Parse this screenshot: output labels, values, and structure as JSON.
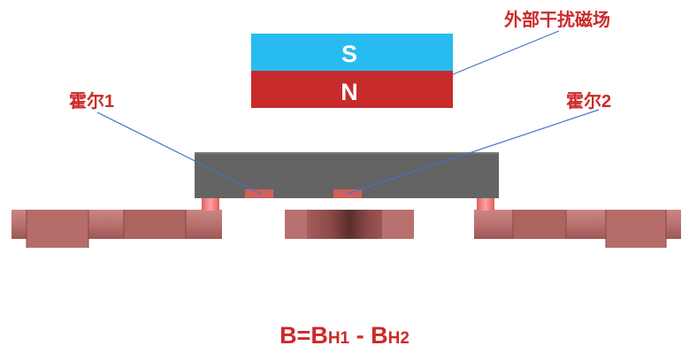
{
  "magnet": {
    "south_label": "S",
    "north_label": "N",
    "south_color": "#27bbf0",
    "north_color": "#c72b2b"
  },
  "labels": {
    "interference": "外部干扰磁场",
    "hall1": "霍尔1",
    "hall2": "霍尔2"
  },
  "formula": {
    "lhs": "B=B",
    "sub1": "H1",
    "mid": " - B",
    "sub2": "H2"
  },
  "colors": {
    "label_red": "#cc2a2a",
    "leader_line": "#4472c4",
    "chip_body": "#646464",
    "hall_sensor": "#d0605c",
    "pcb_copper": "#b9716e",
    "solder_pad": "#f27b7b"
  }
}
